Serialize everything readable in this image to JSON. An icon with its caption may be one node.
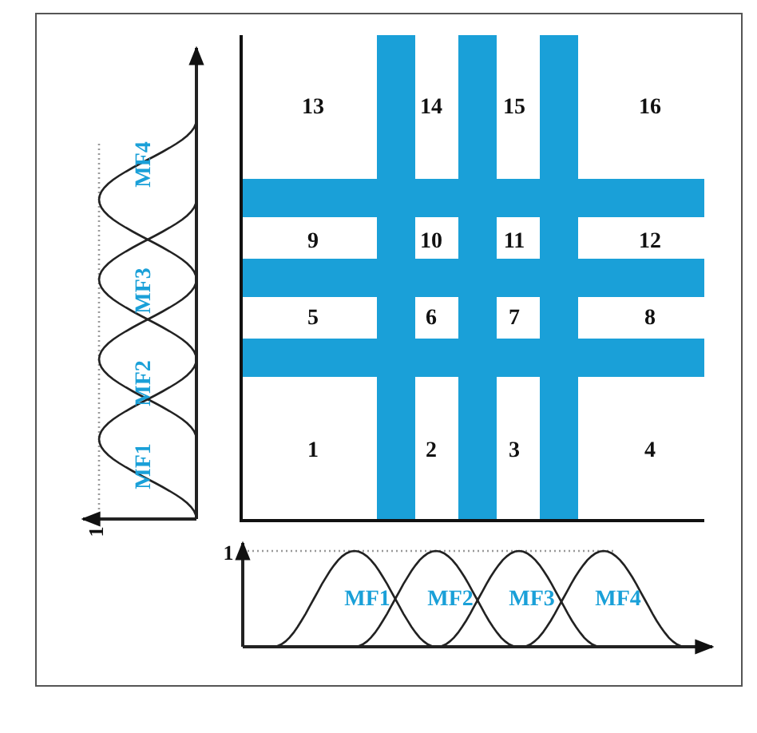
{
  "diagram": {
    "labels": [
      "13",
      "14",
      "15",
      "16",
      "9",
      "10",
      "11",
      "12",
      "5",
      "6",
      "7",
      "8",
      "1",
      "2",
      "3",
      "4",
      "MF1",
      "MF2",
      "MF3",
      "MF4",
      "1",
      "1",
      "MF1",
      "MF2",
      "MF3",
      "MF4"
    ]
  }
}
